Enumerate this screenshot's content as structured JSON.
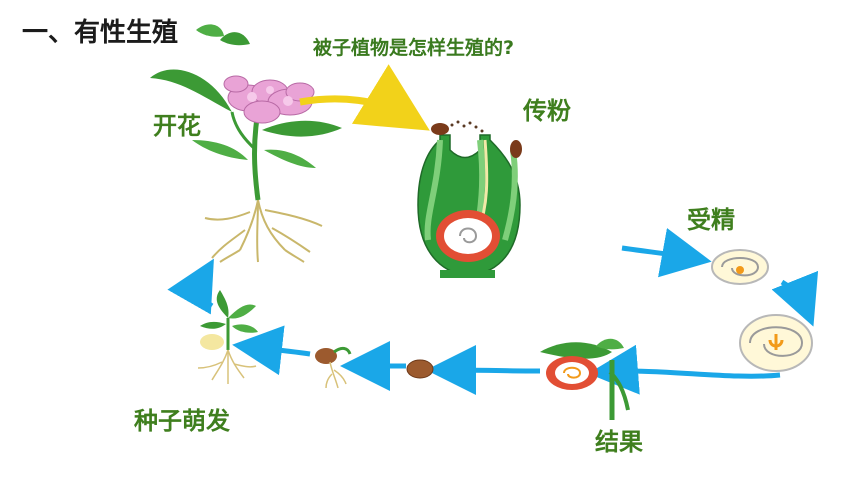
{
  "slide": {
    "title": "一、有性生殖",
    "question": "被子植物是怎样生殖的?"
  },
  "stages": {
    "flowering": "开花",
    "pollination": "传粉",
    "fertilization": "受精",
    "fruiting": "结果",
    "germination": "种子萌发"
  },
  "colors": {
    "label_green": "#3f7f1e",
    "arrow_blue": "#1aa7e8",
    "arrow_yellow": "#f2d21a",
    "petal_pink": "#e9a3d6",
    "leaf_green": "#3c9a35"
  }
}
